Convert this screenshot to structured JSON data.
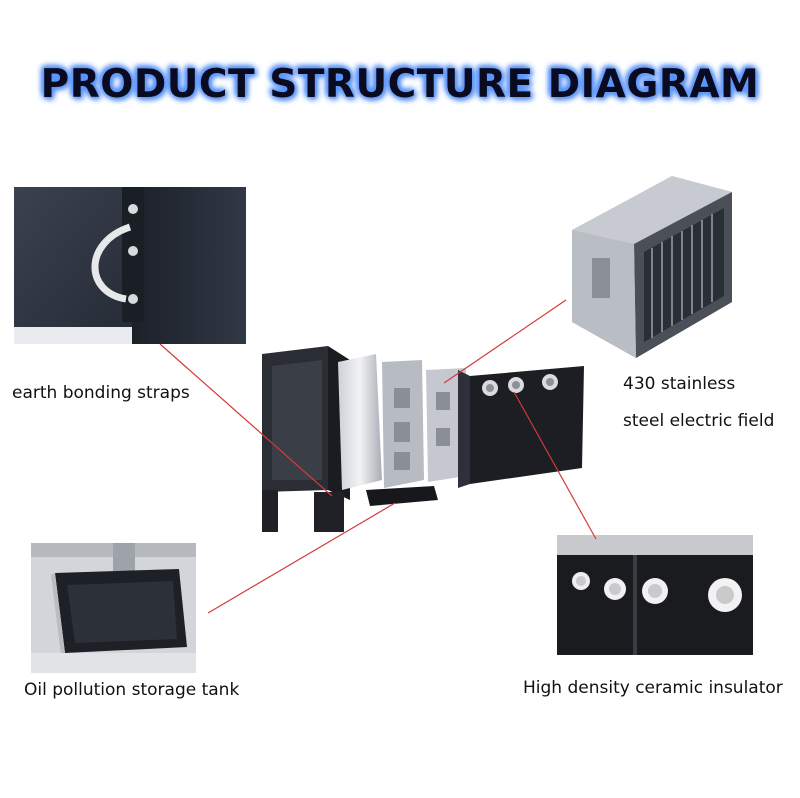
{
  "title": "PRODUCT STRUCTURE DIAGRAM",
  "labels": {
    "earth_straps": "earth bonding straps",
    "electric_field_line1": "430 stainless",
    "electric_field_line2": "steel electric field",
    "storage_tank": "Oil pollution storage tank",
    "insulator": "High density ceramic insulator"
  },
  "colors": {
    "leader_line": "#d23a3a",
    "title_glow": "#4a8cff",
    "metal_dark": "#1b1d24",
    "steel": "#b8bcc4"
  }
}
